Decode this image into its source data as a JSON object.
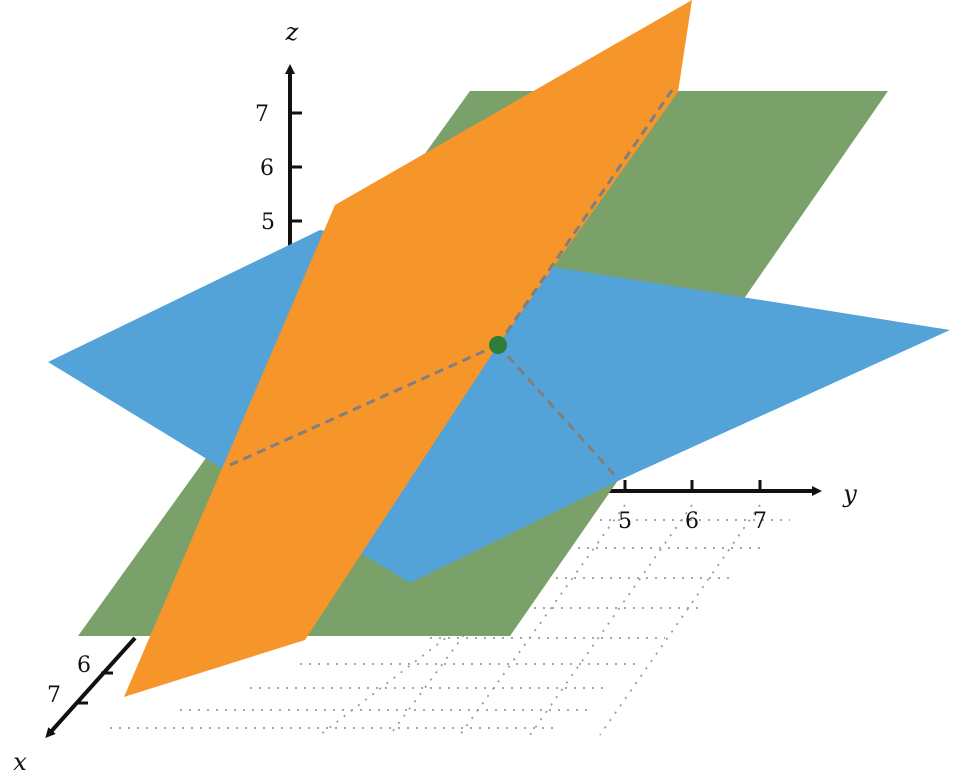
{
  "axes": {
    "x": {
      "name": "x",
      "ticks": [
        "6",
        "7"
      ]
    },
    "y": {
      "name": "y",
      "ticks": [
        "5",
        "6",
        "7"
      ]
    },
    "z": {
      "name": "z",
      "ticks": [
        "5",
        "6",
        "7"
      ]
    }
  },
  "planes": [
    {
      "id": "plane-green",
      "color": "#79a169"
    },
    {
      "id": "plane-blue",
      "color": "#53a3d9"
    },
    {
      "id": "plane-orange",
      "color": "#f6952a"
    }
  ],
  "intersection_point": {
    "color": "#2e7d3a"
  },
  "colors": {
    "intersection_lines": "#7f7f7f",
    "grid": "#9a9a9a",
    "axes": "#111111"
  }
}
